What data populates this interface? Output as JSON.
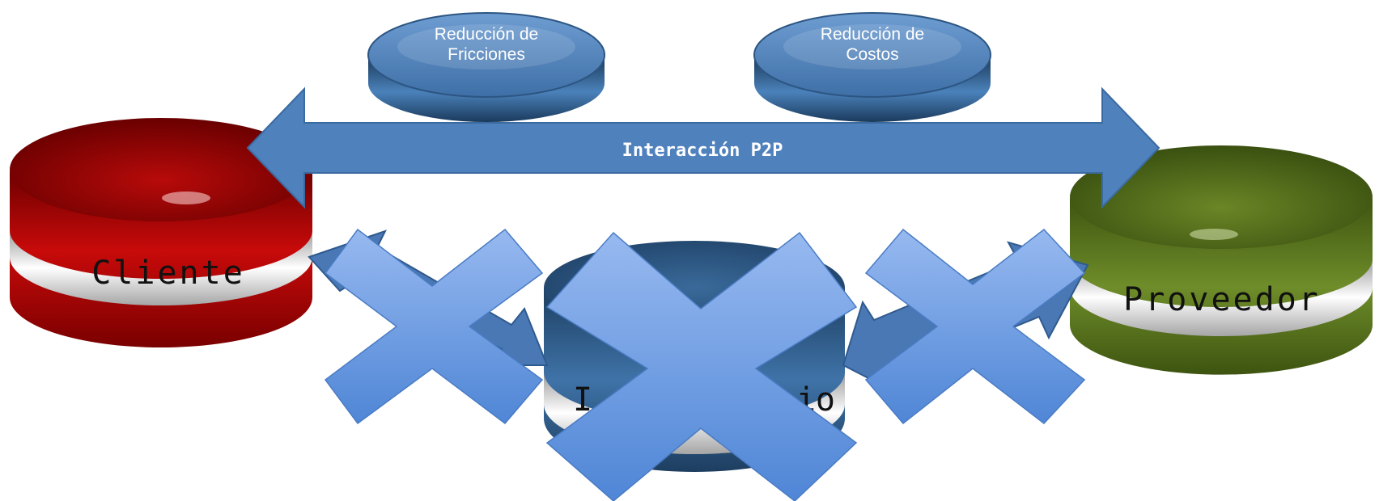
{
  "nodes": {
    "client": {
      "label": "Cliente",
      "color": "#b00808"
    },
    "intermediary": {
      "label_visible_parts": [
        "I",
        "io"
      ],
      "color": "#2e5f8f"
    },
    "provider": {
      "label": "Proveedor",
      "color": "#5f7a1e"
    }
  },
  "discs": [
    {
      "lines": [
        "Reducción de",
        "Fricciones"
      ]
    },
    {
      "lines": [
        "Reducción de",
        "Costos"
      ]
    }
  ],
  "arrow": {
    "label": "Interacción P2P",
    "color": "#4f81bd"
  },
  "cross_color": "#7da6e8"
}
